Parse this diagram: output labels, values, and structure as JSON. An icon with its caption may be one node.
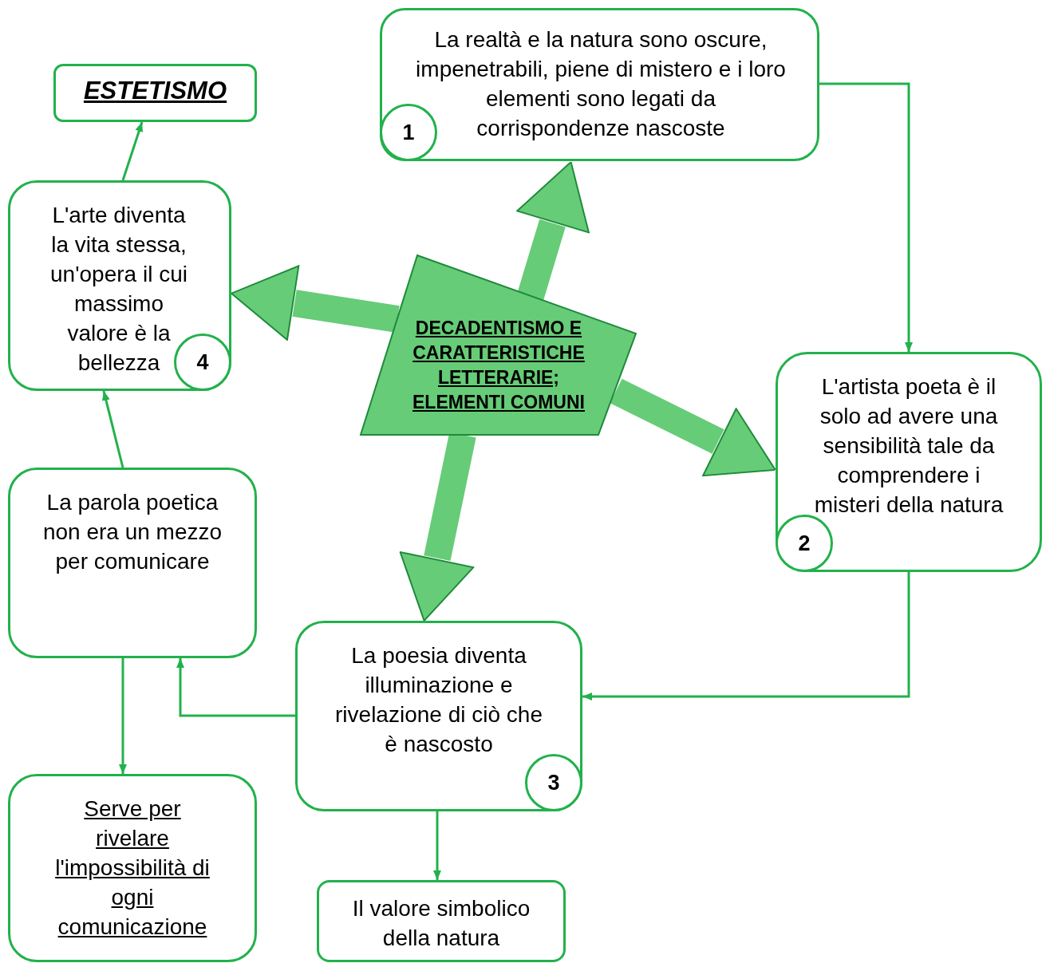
{
  "diagram": {
    "nodes": [
      {
        "text": [
          "ESTETISMO"
        ]
      },
      {
        "text": [
          "La realtà e la natura sono oscure, impenetrabili, piene di mistero e i loro elementi sono legati da corrispondenze nascoste"
        ]
      },
      {
        "text": [
          "1"
        ],
        "in": 1
      },
      {
        "text": [
          "L'artista poeta è il solo ad avere una sensibilità tale da comprendere i misteri della natura"
        ]
      },
      {
        "text": [
          "2"
        ],
        "in": 3
      },
      {
        "text": [
          "La poesia diventa illuminazione e rivelazione di ciò che è nascosto"
        ]
      },
      {
        "text": [
          "3"
        ],
        "in": 5
      },
      {
        "text": [
          "L'arte diventa la vita stessa, un'opera il cui massimo valore è la bellezza"
        ]
      },
      {
        "text": [
          "4"
        ],
        "in": 7
      },
      {
        "text": [
          "La parola poetica non era un mezzo per comunicare"
        ]
      },
      {
        "text": [
          "Serve per rivelare l'impossibilità di ogni comunicazione"
        ]
      },
      {
        "text": [
          "Il valore simbolico della natura"
        ]
      },
      {
        "text": [
          "DECADENTISMO E CARATTERISTICHE LETTERARIE; ELEMENTI COMUNI"
        ]
      }
    ],
    "edges": [
      {
        "from": 12,
        "to": 1,
        "arrow": "to",
        "style": "thick",
        "color": "#66cc77"
      },
      {
        "from": 12,
        "to": 3,
        "arrow": "to",
        "style": "thick",
        "color": "#66cc77"
      },
      {
        "from": 12,
        "to": 5,
        "arrow": "to",
        "style": "thick",
        "color": "#66cc77"
      },
      {
        "from": 12,
        "to": 7,
        "arrow": "to",
        "style": "thick",
        "color": "#66cc77"
      },
      {
        "from": 1,
        "to": 3,
        "arrow": "to"
      },
      {
        "from": 3,
        "to": 5,
        "arrow": "to"
      },
      {
        "from": 5,
        "to": 9,
        "arrow": "to"
      },
      {
        "from": 9,
        "to": 10,
        "arrow": "to"
      },
      {
        "from": 5,
        "to": 11,
        "arrow": "to"
      },
      {
        "from": 9,
        "to": 7,
        "arrow": "to"
      },
      {
        "from": 7,
        "to": 0,
        "arrow": "to"
      }
    ]
  }
}
